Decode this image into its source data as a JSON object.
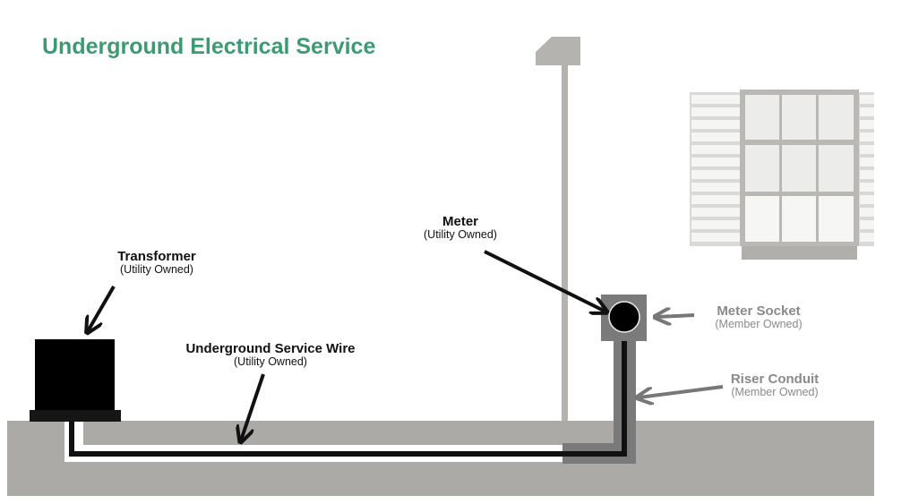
{
  "title": "Underground Electrical Service",
  "labels": {
    "transformer": {
      "name": "Transformer",
      "owner": "(Utility Owned)"
    },
    "service_wire": {
      "name": "Underground Service Wire",
      "owner": "(Utility Owned)"
    },
    "meter": {
      "name": "Meter",
      "owner": "(Utility Owned)"
    },
    "meter_socket": {
      "name": "Meter Socket",
      "owner": "(Member Owned)"
    },
    "riser_conduit": {
      "name": "Riser Conduit",
      "owner": "(Member Owned)"
    }
  },
  "colors": {
    "title": "#3e9a72",
    "ground": "#acaaa6",
    "utility_label": "#111111",
    "member_label": "#8a8a8a",
    "wire": "#111111",
    "conduit": "#777777"
  }
}
